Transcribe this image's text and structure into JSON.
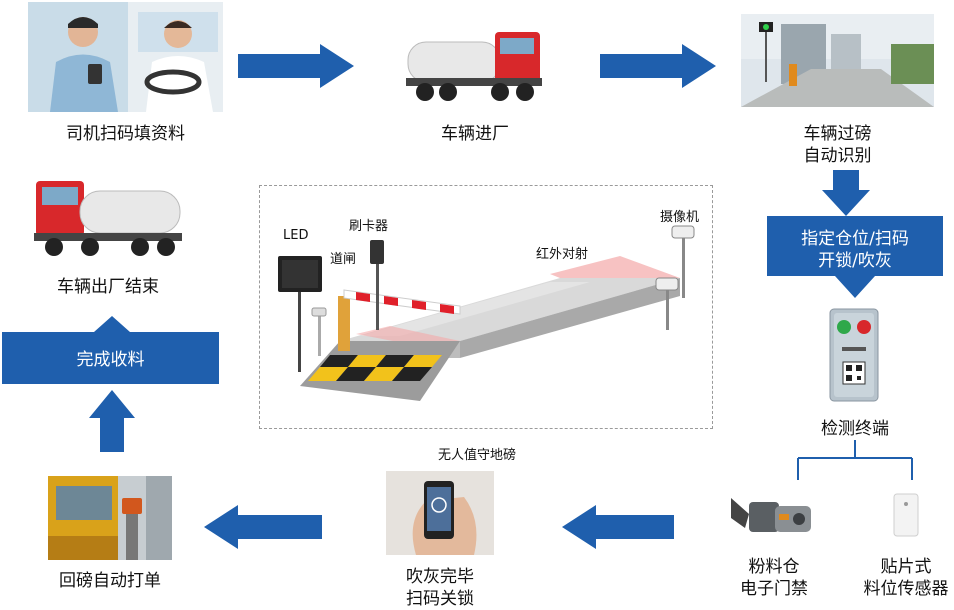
{
  "steps": {
    "scan_fill": "司机扫码填资料",
    "enter": "车辆进厂",
    "weigh_line1": "车辆过磅",
    "weigh_line2": "自动识别",
    "assign_line1": "指定仓位/扫码",
    "assign_line2": "开锁/吹灰",
    "terminal": "检测终端",
    "silo_lock_line1": "粉料仓",
    "silo_lock_line2": "电子门禁",
    "sensor_line1": "贴片式",
    "sensor_line2": "料位传感器",
    "blow_line1": "吹灰完毕",
    "blow_line2": "扫码关锁",
    "print": "回磅自动打单",
    "receive": "完成收料",
    "exit": "车辆出厂结束"
  },
  "scale_diagram": {
    "caption": "无人值守地磅",
    "led": "LED",
    "card_reader": "刷卡器",
    "barrier": "道闸",
    "infrared": "红外对射",
    "camera": "摄像机"
  },
  "colors": {
    "accent_blue": "#1f5fad",
    "truck_red": "#d8282b",
    "barrier_red": "#e0202a",
    "ramp_yellow": "#f2c21b"
  }
}
